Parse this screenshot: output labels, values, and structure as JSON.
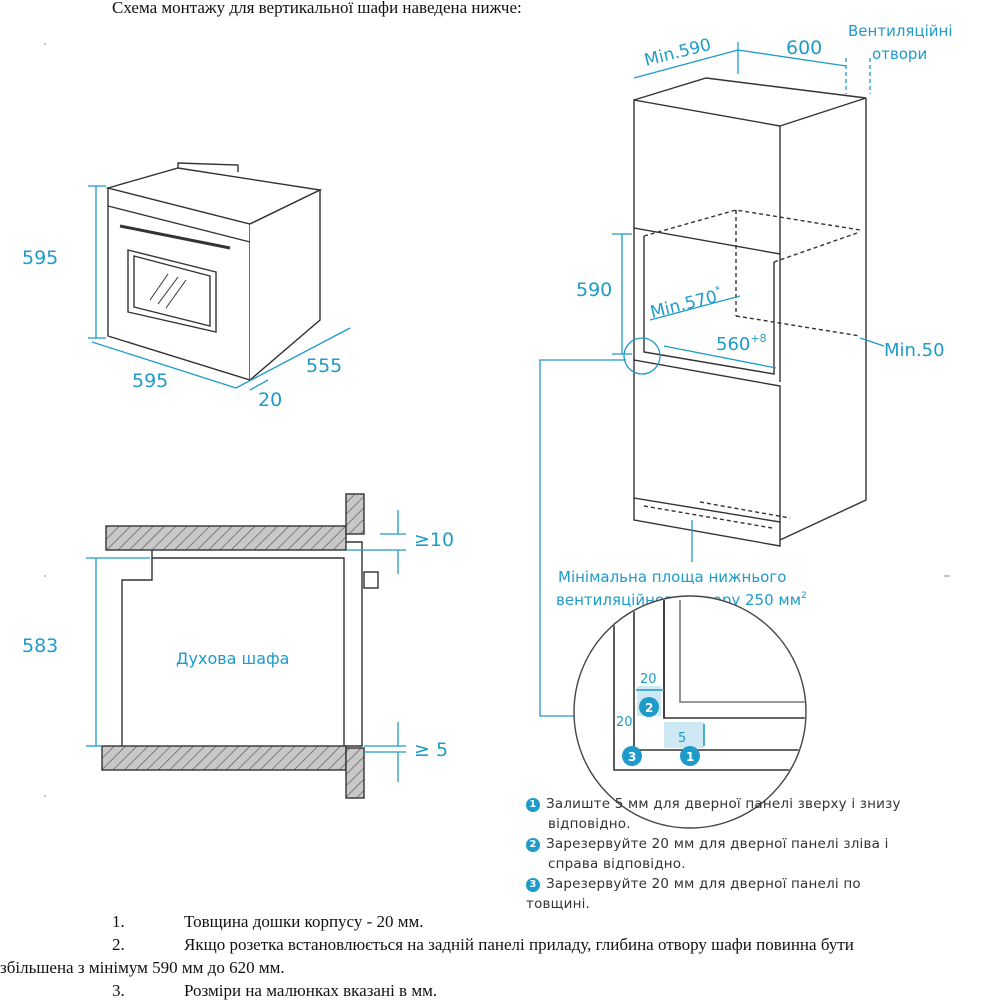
{
  "header": {
    "title": "Схема монтажу для вертикальної шафи наведена нижче:"
  },
  "oven_view": {
    "height": "595",
    "width": "595",
    "depth": "555",
    "door": "20"
  },
  "cabinet_view": {
    "min_depth": "Min.590",
    "width": "600",
    "vent_label_line1": "Вентиляційні",
    "vent_label_line2": "отвори",
    "niche_height": "590",
    "niche_depth": "Min.570",
    "niche_depth_sup": "*",
    "niche_width": "560",
    "niche_width_sup": "+8",
    "side_gap": "Min.50",
    "bottom_vent_line1": "Мінімальна площа нижнього",
    "bottom_vent_line2": "вентиляційного отвору 250 мм",
    "bottom_vent_sup": "2"
  },
  "side_section": {
    "top_gap": "≥10",
    "height": "583",
    "bottom_gap": "≥ 5",
    "label": "Духова шафа"
  },
  "detail": {
    "dim_top": "20",
    "dim_side": "20",
    "dim_gap": "5",
    "badge1": "1",
    "badge2": "2",
    "badge3": "3"
  },
  "legend": [
    {
      "badge": "1",
      "line1": "Залиште 5 мм для дверної панелі зверху і знизу",
      "line2": "відповідно."
    },
    {
      "badge": "2",
      "line1": "Зарезервуйте 20 мм для дверної панелі зліва і",
      "line2": "справа відповідно."
    },
    {
      "badge": "3",
      "line1": "Зарезервуйте 20 мм для дверної панелі по",
      "line2": "товщині."
    }
  ],
  "footnotes": [
    {
      "num": "1.",
      "text": "Товщина дошки корпусу - 20 мм."
    },
    {
      "num": "2.",
      "text": "Якщо розетка встановлюється на задній панелі приладу, глибина отвору шафи повинна бути",
      "cont": "збільшена з мінімум 590 мм до 620 мм."
    },
    {
      "num": "3.",
      "text": "Розміри на малюнках вказані в мм."
    }
  ],
  "colors": {
    "accent": "#1e9bc9",
    "line": "#3a3a3a",
    "hatch": "#9a9a9a"
  }
}
